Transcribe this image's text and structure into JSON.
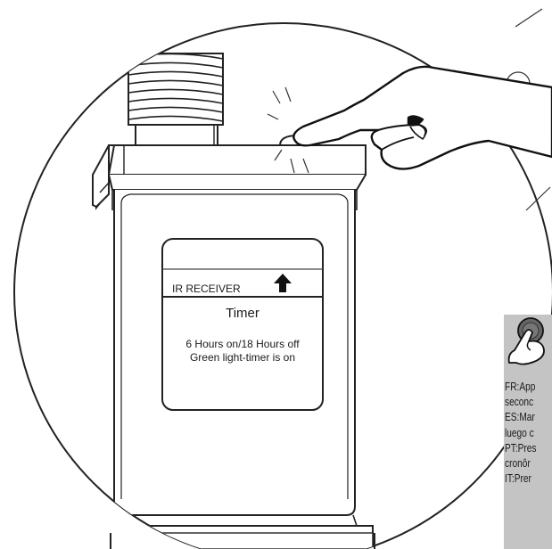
{
  "label_panel": {
    "receiver_label": "IR RECEIVER",
    "title": "Timer",
    "line1": "6 Hours on/18 Hours off",
    "line2": "Green light-timer is on"
  },
  "side_panel": {
    "lines": [
      "FR:App",
      "seconc",
      "ES:Mar",
      "luego c",
      "PT:Pres",
      "cronôr",
      "IT:Prer"
    ]
  },
  "icons": {
    "press_hand": "finger-pressing-icon",
    "arrow": "arrow-up-icon",
    "panel_icon": "finger-touch-icon"
  }
}
